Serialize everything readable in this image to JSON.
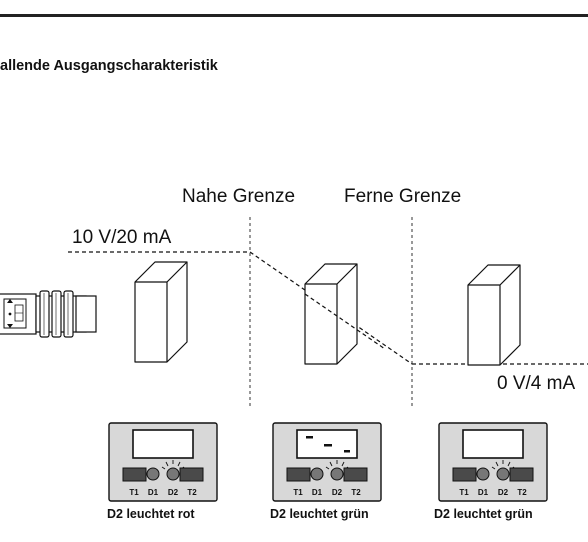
{
  "heading": "allende  Ausgangscharakteristik",
  "labels": {
    "near_limit": "Nahe Grenze",
    "far_limit": "Ferne Grenze",
    "high_value": "10 V/20 mA",
    "low_value": "0 V/4 mA"
  },
  "indicator_panels": [
    {
      "buttons": [
        "T1",
        "D1",
        "D2",
        "T2"
      ],
      "caption": "D2 leuchtet rot"
    },
    {
      "buttons": [
        "T1",
        "D1",
        "D2",
        "T2"
      ],
      "caption": "D2 leuchtet grün"
    },
    {
      "buttons": [
        "T1",
        "D1",
        "D2",
        "T2"
      ],
      "caption": "D2 leuchtet grün"
    }
  ]
}
